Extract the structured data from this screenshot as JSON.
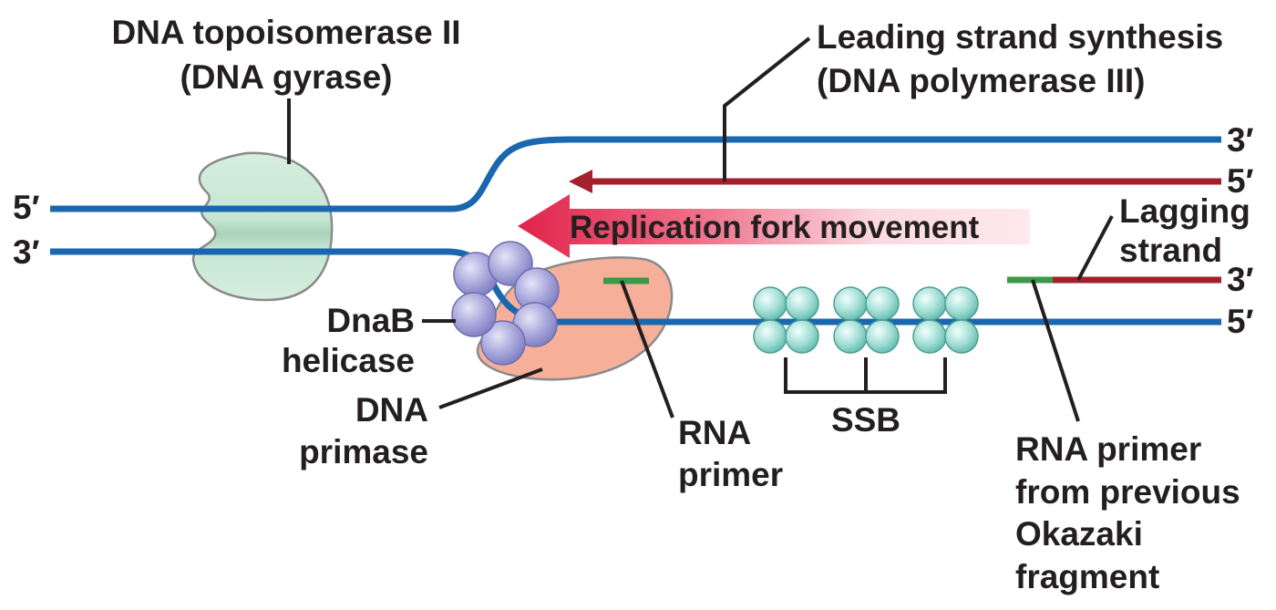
{
  "labels": {
    "topo_line1": "DNA topoisomerase II",
    "topo_line2": "(DNA gyrase)",
    "leading_line1": "Leading strand synthesis",
    "leading_line2": "(DNA polymerase III)",
    "fork_movement": "Replication fork movement",
    "lagging_line1": "Lagging",
    "lagging_line2": "strand",
    "dnab_line1": "DnaB",
    "dnab_line2": "helicase",
    "primase_line1": "DNA",
    "primase_line2": "primase",
    "rna_primer_line1": "RNA",
    "rna_primer_line2": "primer",
    "ssb": "SSB",
    "prev_primer_line1": "RNA primer",
    "prev_primer_line2": "from previous",
    "prev_primer_line3": "Okazaki",
    "prev_primer_line4": "fragment"
  },
  "strand_ends": {
    "left_top": "5′",
    "left_bottom": "3′",
    "right_template_top": "3′",
    "right_leading": "5′",
    "right_lagging": "3′",
    "right_template_bottom": "5′"
  },
  "colors": {
    "template_strand": "#1a67b0",
    "new_strand": "#a3202e",
    "rna_primer": "#3a9a4a",
    "gyrase": "#d3ecdc",
    "helicase": "#a7a6d9",
    "primase": "#f6b09a",
    "ssb": "#a8e0d8",
    "fork_arrow": "#e0234a"
  }
}
